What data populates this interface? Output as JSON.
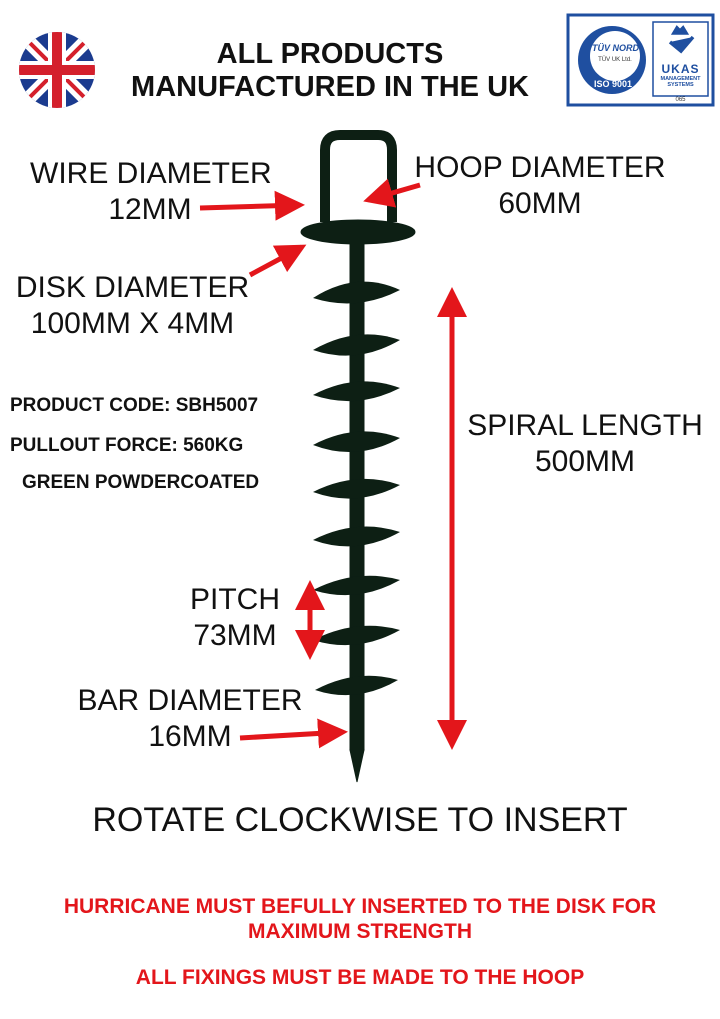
{
  "header": {
    "title_line1": "ALL PRODUCTS",
    "title_line2": "MANUFACTURED IN THE UK",
    "flag": "uk-flag-icon",
    "certification": {
      "left_logo": "TÜV NORD",
      "left_sub": "TÜV UK Ltd.",
      "left_standard": "ISO 9001",
      "right_logo": "UKAS",
      "right_sub1": "MANAGEMENT",
      "right_sub2": "SYSTEMS",
      "right_number": "065"
    }
  },
  "labels": {
    "wire_diameter": {
      "name": "WIRE DIAMETER",
      "value": "12MM"
    },
    "hoop_diameter": {
      "name": "HOOP DIAMETER",
      "value": "60MM"
    },
    "disk_diameter": {
      "name": "DISK DIAMETER",
      "value": "100MM X 4MM"
    },
    "spiral_length": {
      "name": "SPIRAL LENGTH",
      "value": "500MM"
    },
    "pitch": {
      "name": "PITCH",
      "value": "73MM"
    },
    "bar_diameter": {
      "name": "BAR DIAMETER",
      "value": "16MM"
    }
  },
  "specs": [
    "PRODUCT CODE: SBH5007",
    "PULLOUT FORCE: 560KG",
    "GREEN POWDERCOATED"
  ],
  "instruction": "ROTATE CLOCKWISE TO INSERT",
  "warnings": [
    "HURRICANE MUST BEFULLY INSERTED TO THE DISK FOR",
    "MAXIMUM STRENGTH",
    "ALL FIXINGS MUST BE MADE TO THE HOOP"
  ],
  "colors": {
    "arrow": "#e3161b",
    "product": "#0d1f14",
    "cert_blue": "#1f4fa0"
  }
}
